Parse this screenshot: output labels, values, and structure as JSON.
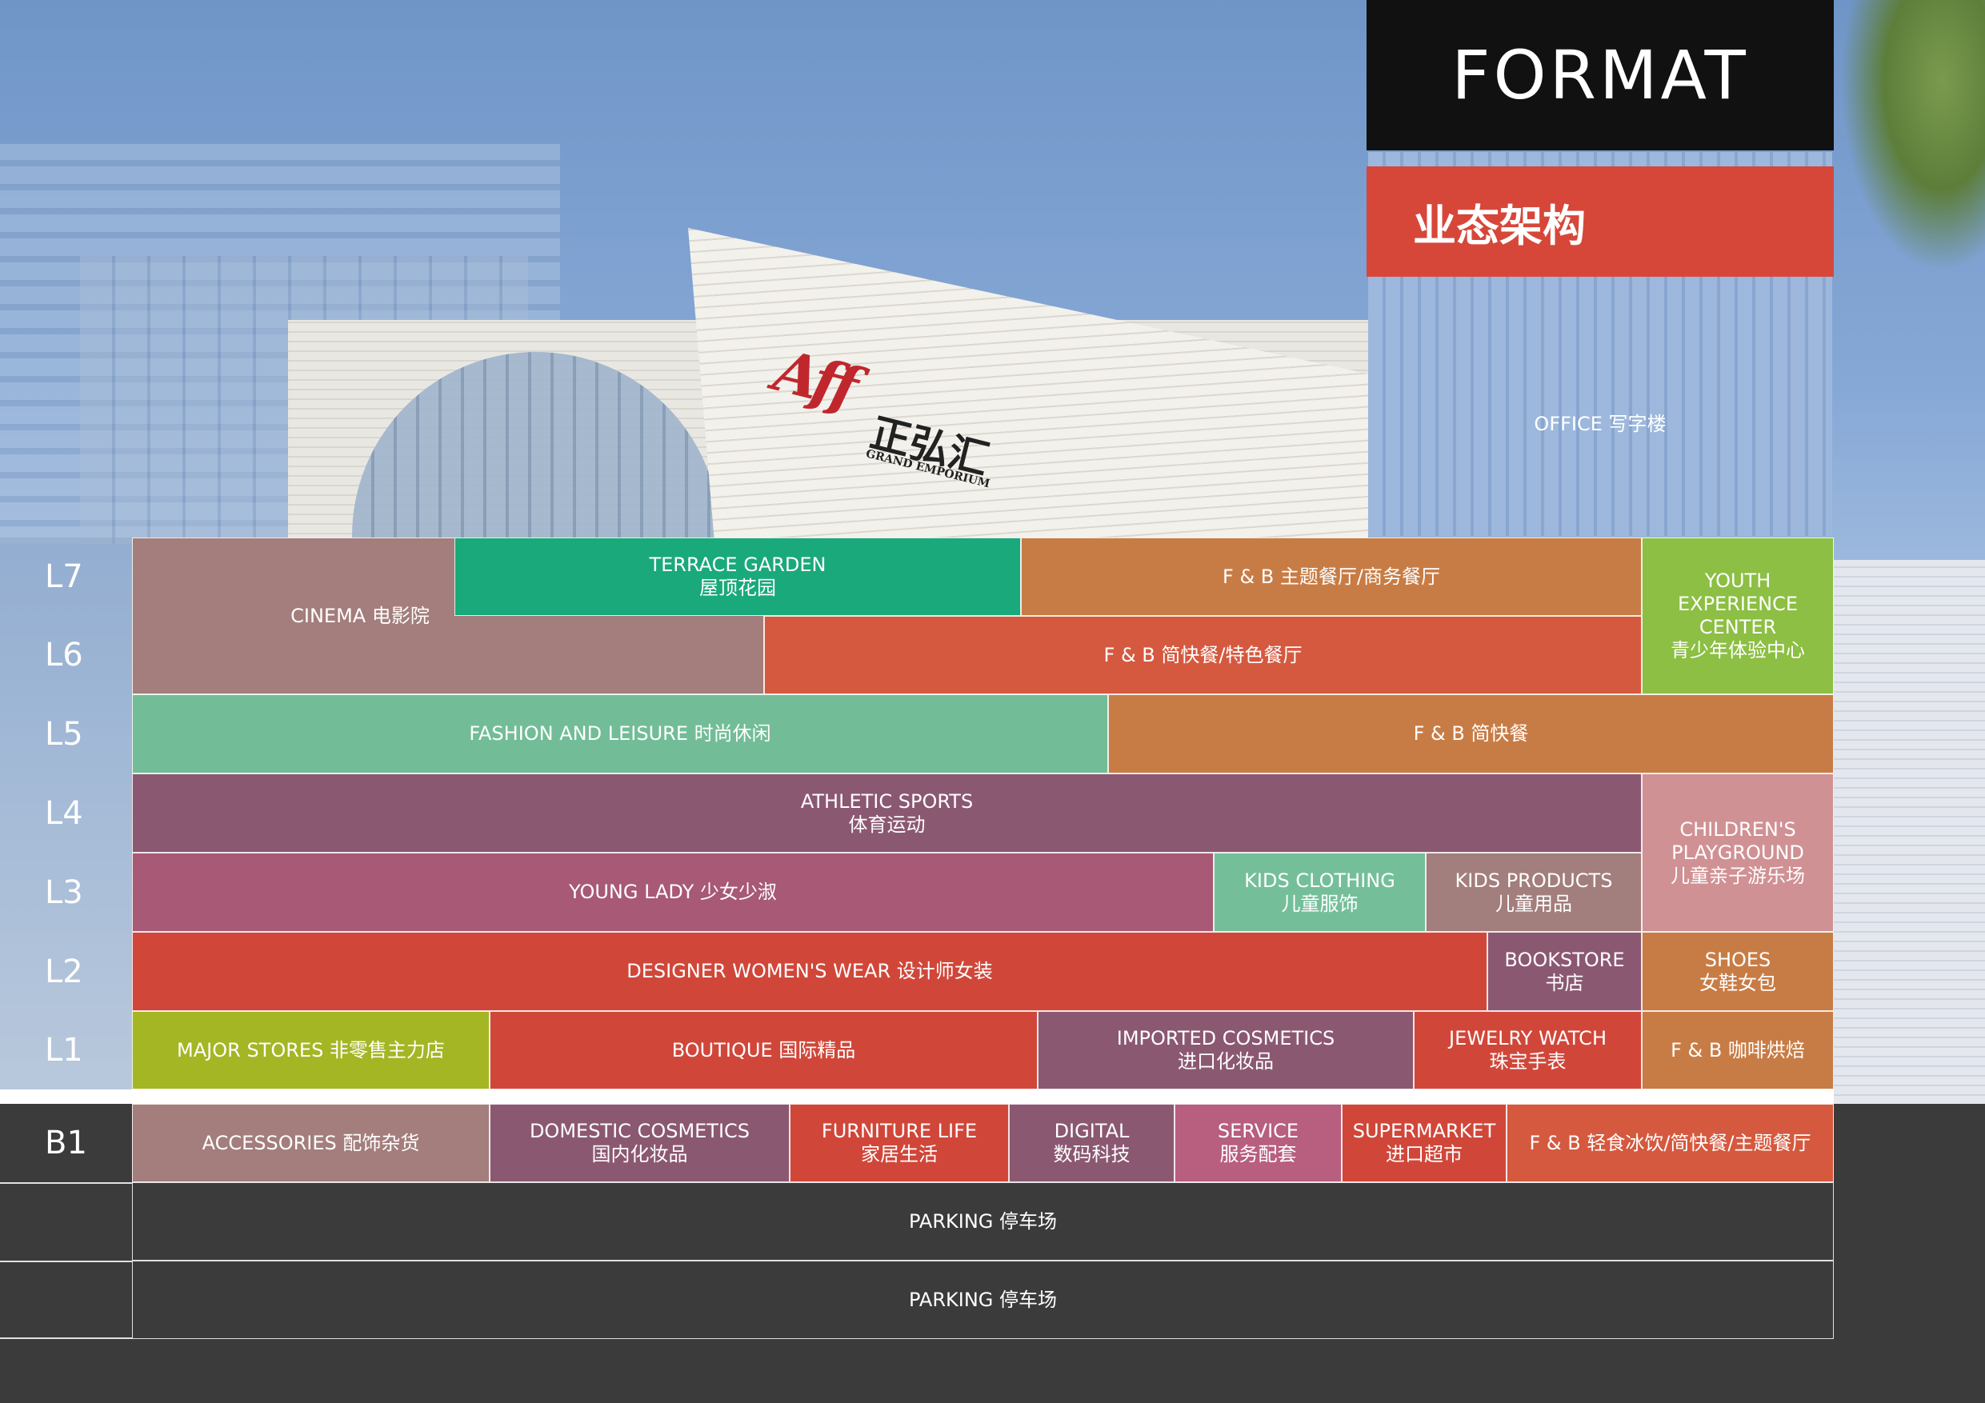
{
  "header": {
    "format_title": "FORMAT",
    "format_title_cn": "业态架构",
    "office": "OFFICE  写字楼"
  },
  "logo": {
    "script": "Aff",
    "cn": "正弘汇",
    "en": "GRAND EMPORIUM"
  },
  "levels": {
    "L7": "L7",
    "L6": "L6",
    "L5": "L5",
    "L4": "L4",
    "L3": "L3",
    "L2": "L2",
    "L1": "L1",
    "B1": "B1"
  },
  "cells": {
    "cinema": [
      "CINEMA  电影院",
      ""
    ],
    "terrace": [
      "TERRACE GARDEN",
      "屋顶花园"
    ],
    "fb_l7": [
      "F & B  主题餐厅/商务餐厅",
      ""
    ],
    "youth": [
      "YOUTH",
      "EXPERIENCE",
      "CENTER",
      "青少年体验中心"
    ],
    "fb_l6": [
      "F & B  简快餐/特色餐厅",
      ""
    ],
    "fashion": [
      "FASHION AND LEISURE    时尚休闲",
      ""
    ],
    "fb_l5": [
      "F & B  简快餐",
      ""
    ],
    "sports": [
      "ATHLETIC SPORTS",
      "体育运动"
    ],
    "children": [
      "CHILDREN'S",
      "PLAYGROUND",
      "儿童亲子游乐场"
    ],
    "young_lady": [
      "YOUNG LADY    少女少淑",
      ""
    ],
    "kids_clothing": [
      "KIDS CLOTHING",
      "儿童服饰"
    ],
    "kids_products": [
      "KIDS PRODUCTS",
      "儿童用品"
    ],
    "designer": [
      "DESIGNER WOMEN'S WEAR    设计师女装",
      ""
    ],
    "bookstore": [
      "BOOKSTORE",
      "书店"
    ],
    "shoes": [
      "SHOES",
      "女鞋女包"
    ],
    "major": [
      "MAJOR STORES 非零售主力店",
      ""
    ],
    "boutique": [
      "BOUTIQUE   国际精品",
      ""
    ],
    "imported": [
      "IMPORTED COSMETICS",
      "进口化妆品"
    ],
    "jewelry": [
      "JEWELRY WATCH",
      "珠宝手表"
    ],
    "fb_l1": [
      "F & B  咖啡烘焙",
      ""
    ],
    "accessories": [
      "ACCESSORIES  配饰杂货",
      ""
    ],
    "domestic": [
      "DOMESTIC COSMETICS",
      "国内化妆品"
    ],
    "furniture": [
      "FURNITURE LIFE",
      "家居生活"
    ],
    "digital": [
      "DIGITAL",
      "数码科技"
    ],
    "service": [
      "SERVICE",
      "服务配套"
    ],
    "supermarket": [
      "SUPERMARKET",
      "进口超市"
    ],
    "fb_b1": [
      "F & B  轻食冰饮/简快餐/主题餐厅",
      ""
    ],
    "parking1": [
      "PARKING   停车场",
      ""
    ],
    "parking2": [
      "PARKING   停车场",
      ""
    ]
  },
  "colors": {
    "mauve": "#a37e7c",
    "green": "#1aa97a",
    "orange": "#c87c45",
    "lime": "#8cbf43",
    "red": "#d5593f",
    "mint": "#72bd97",
    "plum": "#8b5872",
    "rose": "#d09194",
    "pink_plum": "#a85975",
    "mint2": "#74bf9a",
    "dusty": "#a27e7c",
    "red2": "#d0473a",
    "olive": "#a4b624",
    "dark": "#3b3b3b",
    "service_pink": "#b85e7e"
  }
}
